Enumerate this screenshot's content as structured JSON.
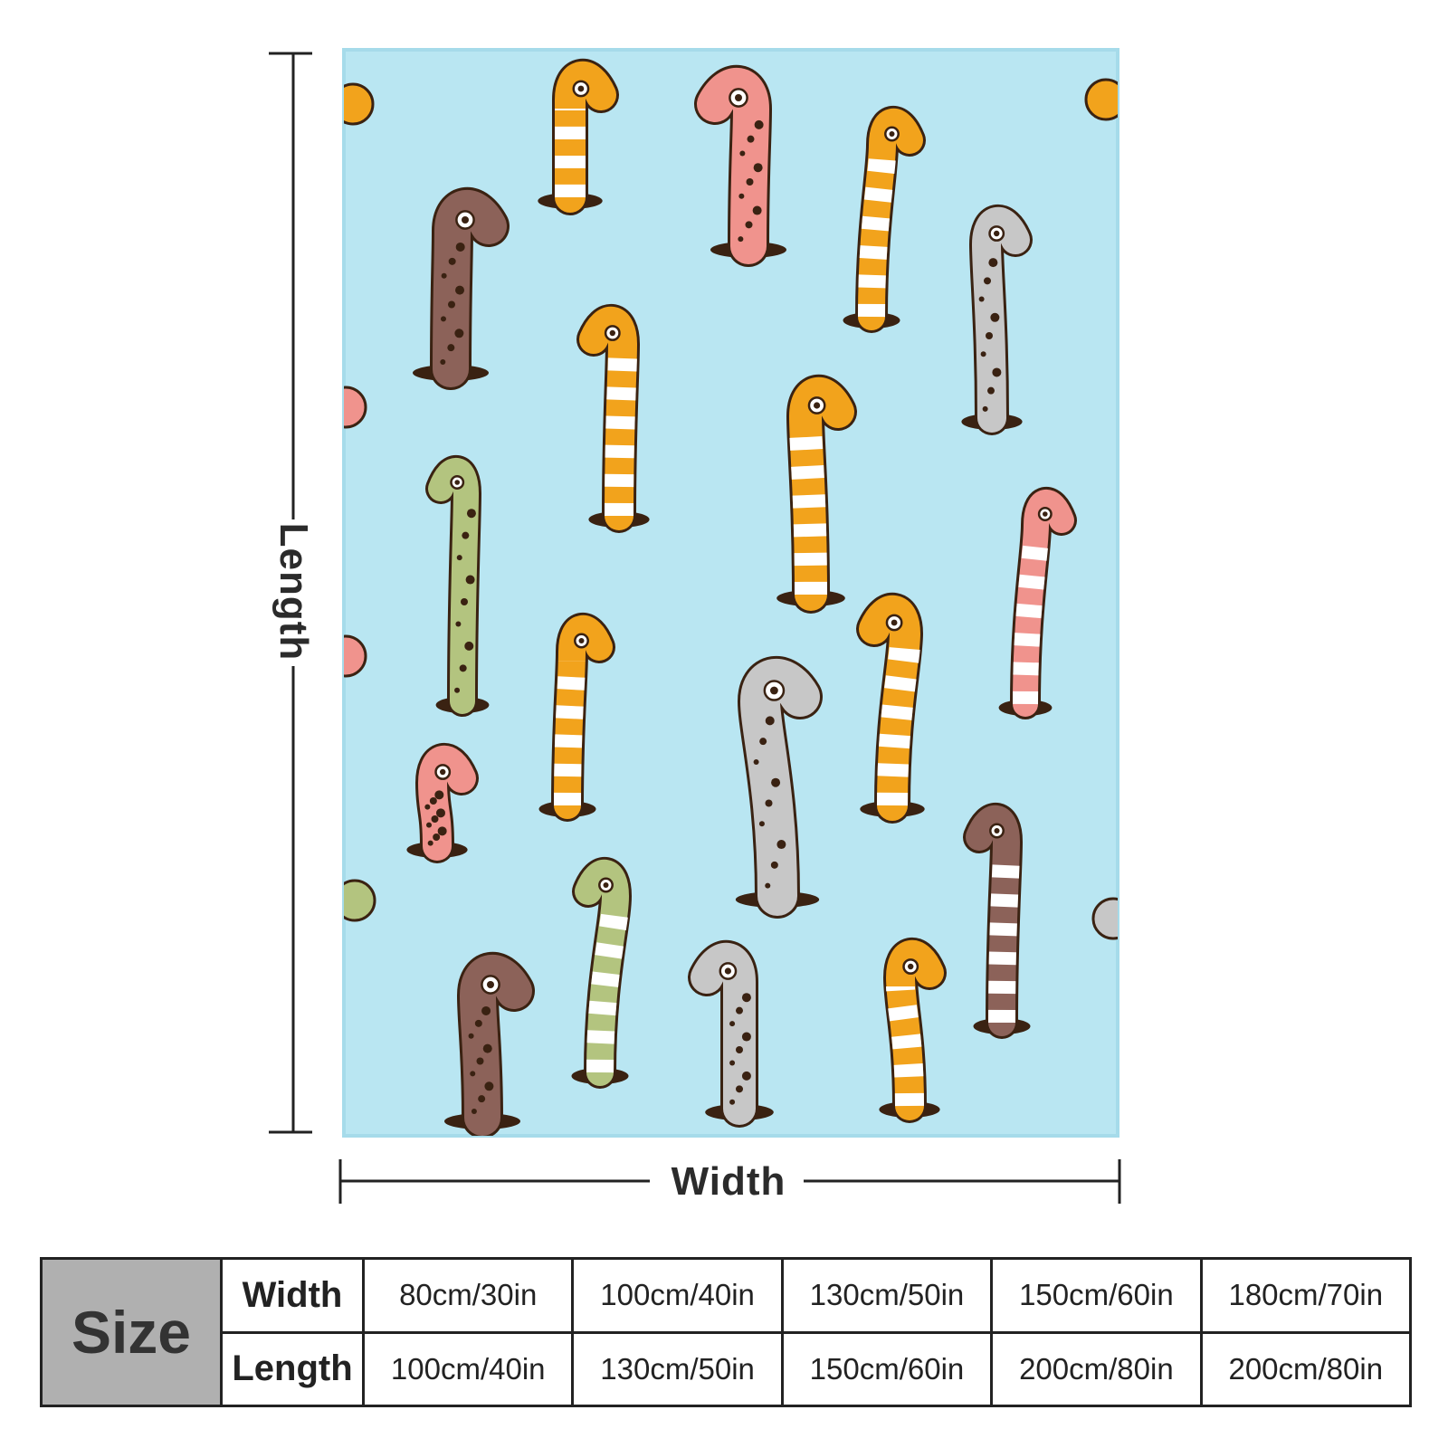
{
  "dimension_labels": {
    "length": "Length",
    "width": "Width"
  },
  "size_table": {
    "header": "Size",
    "rows": [
      {
        "label": "Width",
        "values": [
          "80cm/30in",
          "100cm/40in",
          "130cm/50in",
          "150cm/60in",
          "180cm/70in"
        ]
      },
      {
        "label": "Length",
        "values": [
          "100cm/40in",
          "130cm/50in",
          "150cm/60in",
          "200cm/80in",
          "200cm/80in"
        ]
      }
    ]
  },
  "colors": {
    "background": "#b9e6f2",
    "orange": "#f2a31c",
    "pink": "#f0938d",
    "brown": "#8c6259",
    "gray": "#c7c7c7",
    "green": "#b3c47f",
    "outline": "#3a2212"
  }
}
